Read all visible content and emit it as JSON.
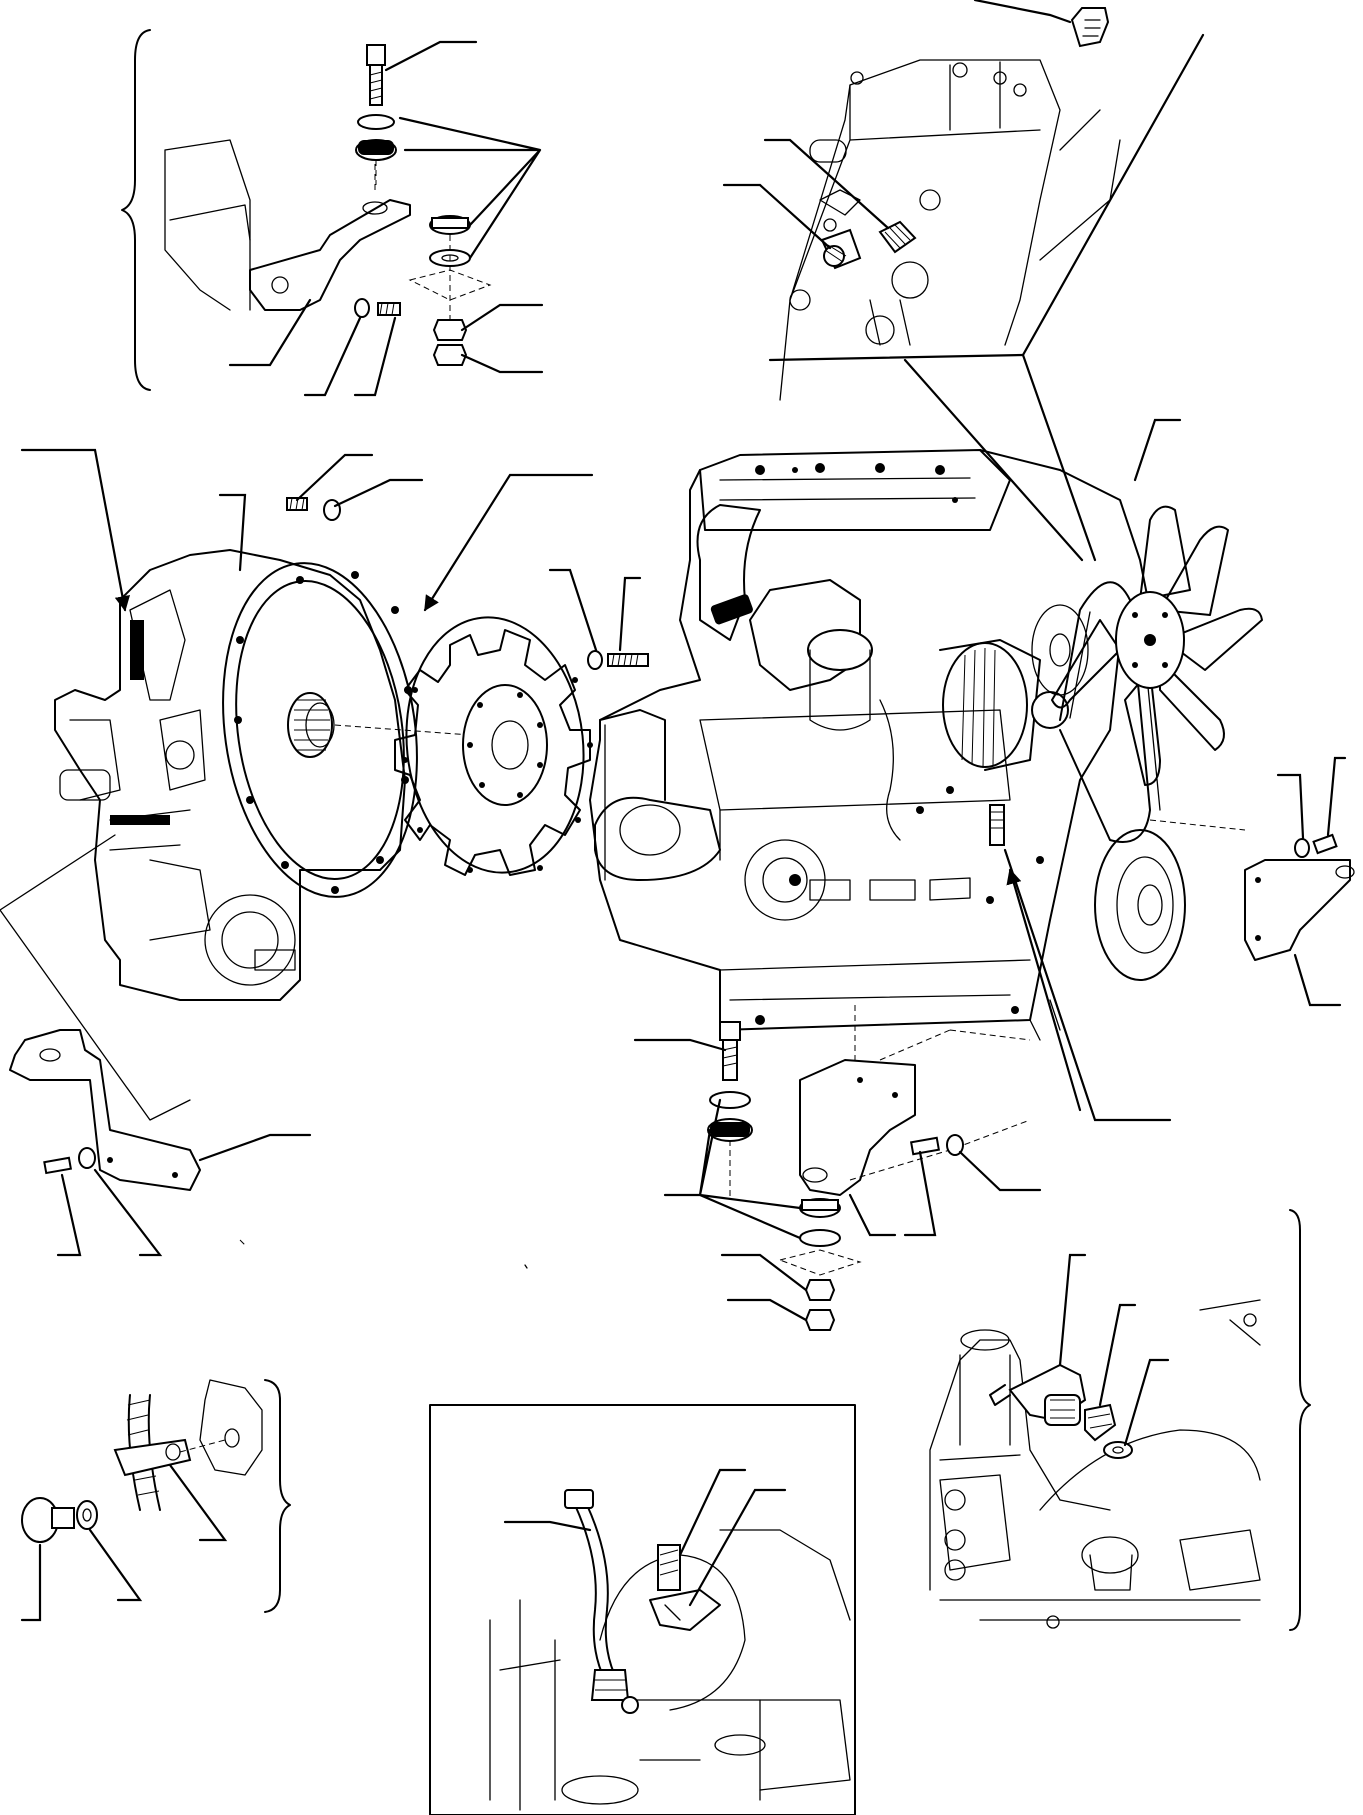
{
  "diagram": {
    "type": "exploded-parts-drawing",
    "text_labels": [],
    "subjects": [
      "engine-mount-detail",
      "sender-detail-top",
      "transmission-housing",
      "flywheel",
      "engine-assembly",
      "cooling-fan",
      "rear-engine-mount",
      "front-engine-bracket",
      "harness-clamp-detail",
      "sensor-inset",
      "sender-detail-bottom"
    ]
  }
}
